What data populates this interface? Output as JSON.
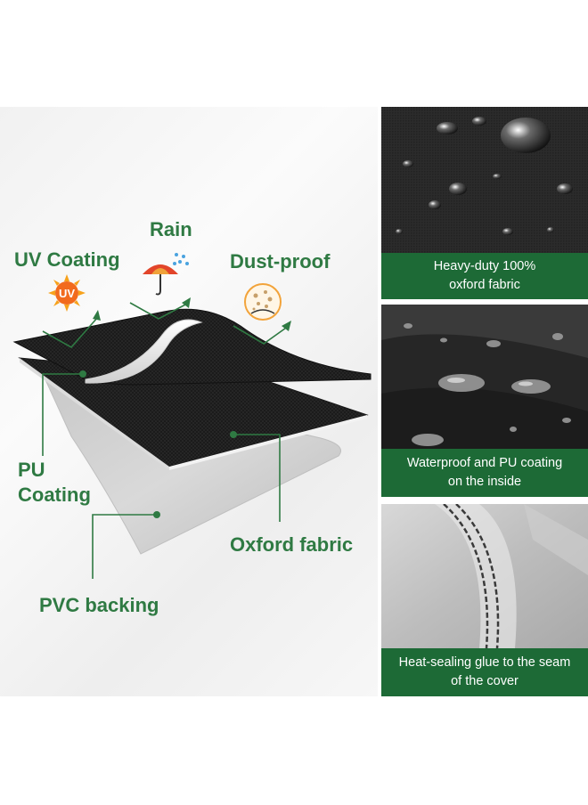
{
  "diagram": {
    "labels": {
      "uv": "UV Coating",
      "rain": "Rain",
      "dust": "Dust-proof",
      "pu_line1": "PU",
      "pu_line2": "Coating",
      "oxford": "Oxford fabric",
      "pvc": "PVC backing"
    },
    "uv_badge": "UV",
    "icons": [
      "sun-icon",
      "umbrella-icon",
      "dust-icon"
    ]
  },
  "panels": [
    {
      "caption_line1": "Heavy-duty 100%",
      "caption_line2": "oxford fabric"
    },
    {
      "caption_line1": "Waterproof and PU coating",
      "caption_line2": "on the inside"
    },
    {
      "caption_line1": "Heat-sealing glue to the seam",
      "caption_line2": "of the cover"
    }
  ],
  "colors": {
    "accent_green": "#2f7a43",
    "caption_green": "#1d6a36",
    "sun_orange": "#f26b1d",
    "umbrella_red": "#e2452a"
  }
}
